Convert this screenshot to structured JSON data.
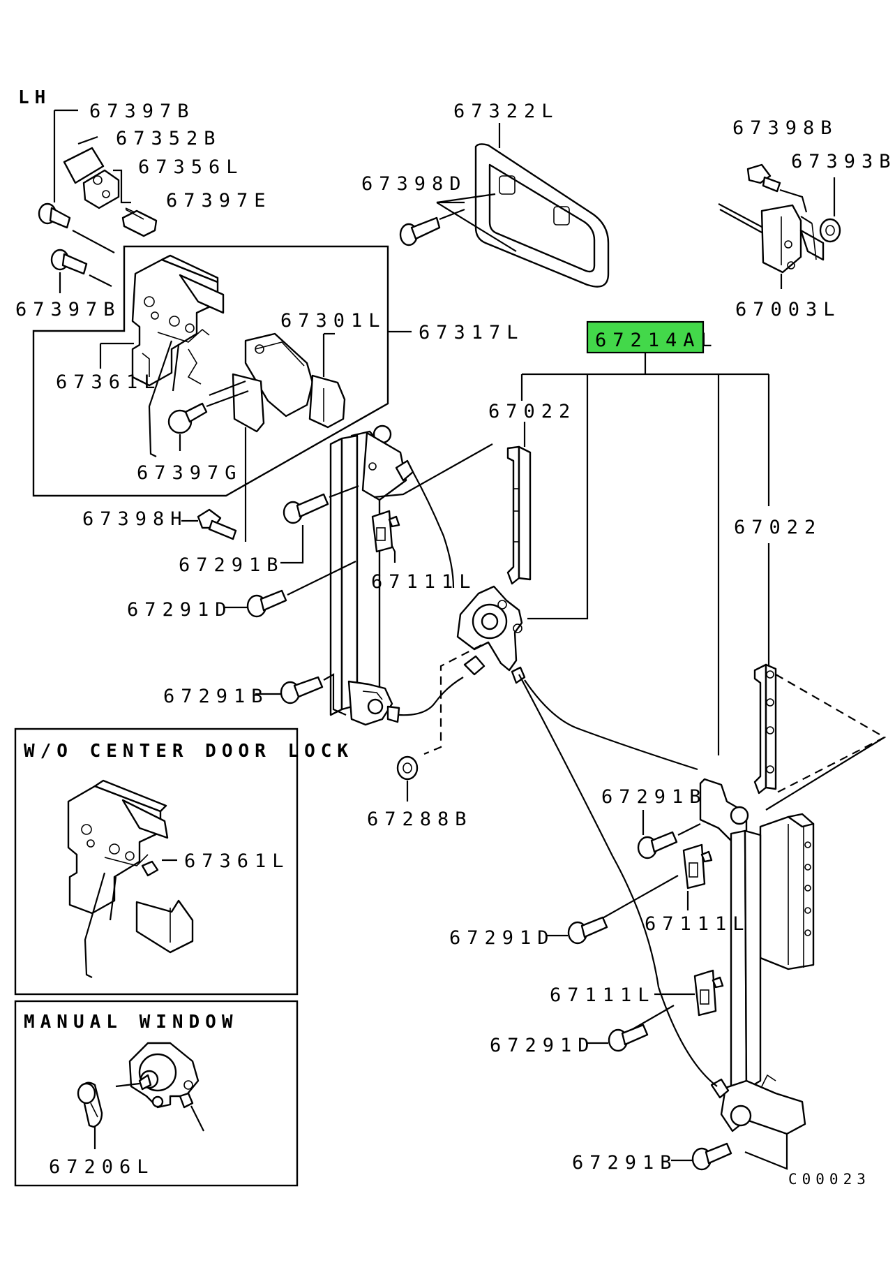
{
  "side_label": "LH",
  "highlight_color": "#43d84a",
  "labels": {
    "l67397B_a": "67397B",
    "l67352B": "67352B",
    "l67356L": "67356L",
    "l67397E": "67397E",
    "l67397B_b": "67397B",
    "l67322L": "67322L",
    "l67398D": "67398D",
    "l67398B": "67398B",
    "l67393B": "67393B",
    "l67003L": "67003L",
    "l67301L": "67301L",
    "l67317L": "67317L",
    "l67361L_a": "67361L",
    "l67397G": "67397G",
    "l67214AL": "67214AL",
    "l67022_a": "67022",
    "l67022_b": "67022",
    "l67398H": "67398H",
    "l67291B_a": "67291B",
    "l67111L_a": "67111L",
    "l67291D_a": "67291D",
    "l67291B_b": "67291B",
    "l67288B": "67288B",
    "l67291B_c": "67291B",
    "l67111L_b": "67111L",
    "l67291D_b": "67291D",
    "l67111L_c": "67111L",
    "l67291D_c": "67291D",
    "l67291B_d": "67291B",
    "l67361L_b": "67361L",
    "l67206L": "67206L"
  },
  "insets": {
    "center_door_lock_title": "W/O CENTER DOOR LOCK",
    "manual_window_title": "MANUAL WINDOW"
  },
  "diagram_code": "C00023"
}
